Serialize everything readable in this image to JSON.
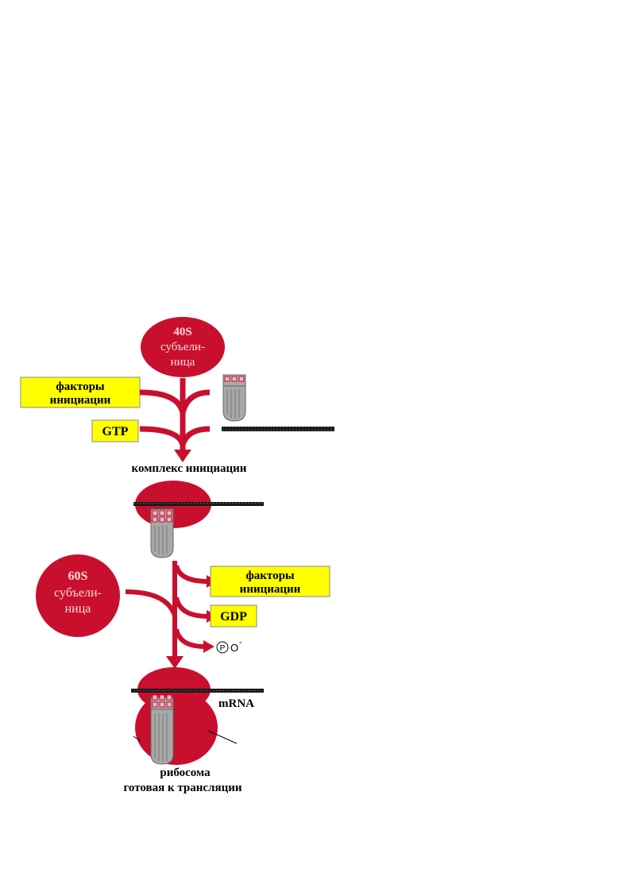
{
  "subunit_40s": {
    "line1": "40S",
    "line2": "субъели-",
    "line3": "ница"
  },
  "subunit_60s": {
    "line1": "60S",
    "line2": "субъели-",
    "line3": "ница"
  },
  "factors_in": {
    "line1": "факторы",
    "line2": "инициации"
  },
  "factors_out": {
    "line1": "факторы",
    "line2": "инициации"
  },
  "gtp": "GTP",
  "gdp": "GDP",
  "initiation_complex": "комплекс инициации",
  "phosphate": {
    "symbol": "P",
    "suffix": "O",
    "charge": "-"
  },
  "mrna": "mRNA",
  "ribosome_ready": {
    "line1": "рибосома",
    "line2": "готовая к трансляции"
  },
  "colors": {
    "subunit_red": "#c8102e",
    "arrow_red": "#c8102e",
    "factor_yellow": "#ffff00",
    "trna_gray": "#a8a8a8",
    "mrna_black": "#1a1a1a"
  }
}
